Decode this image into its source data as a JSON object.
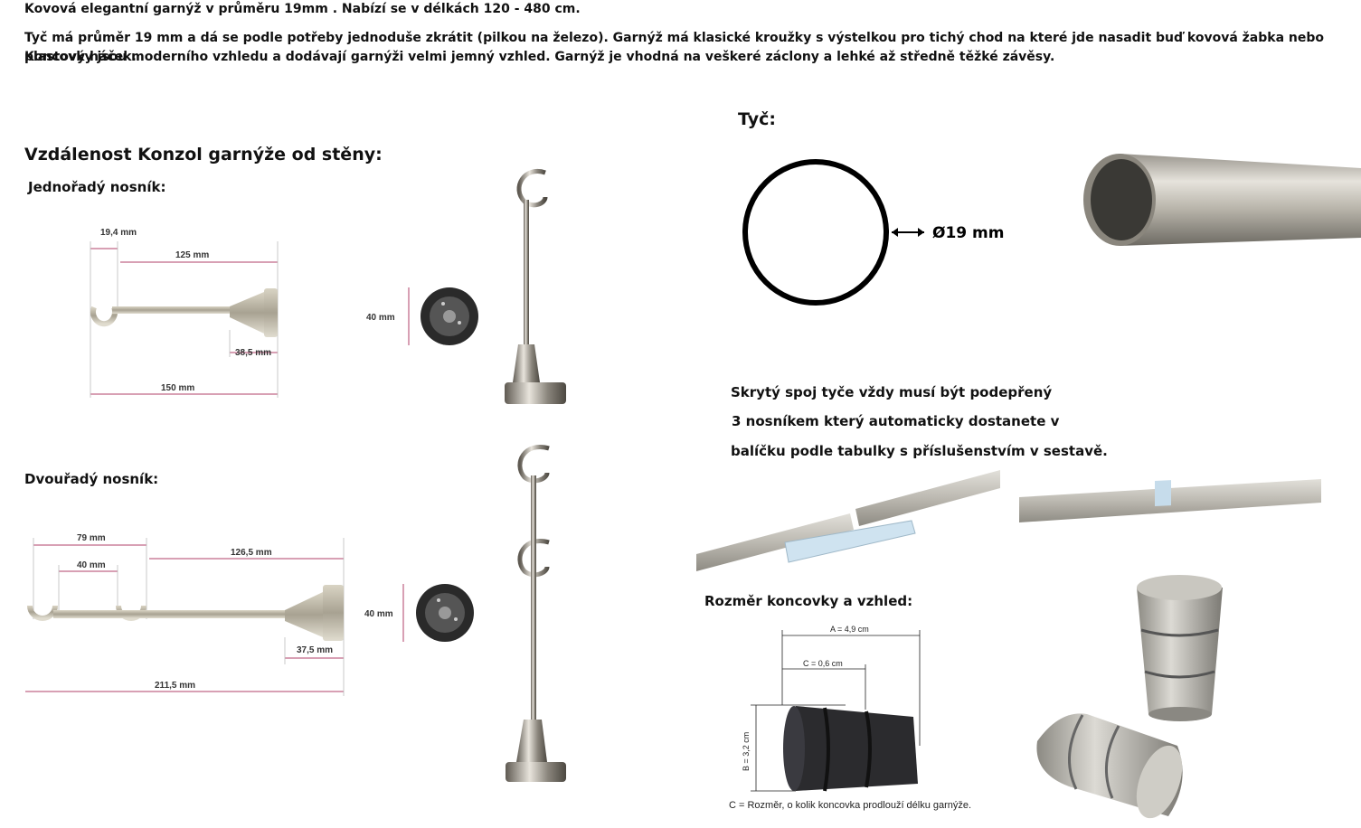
{
  "intro": {
    "line1": "Kovová elegantní garnýž v průměru 19mm . Nabízí se v délkách 120 - 480 cm.",
    "line2": "Tyč má průměr 19 mm a dá se podle potřeby jednoduše zkrátit (pilkou na železo). Garnýž má klasické kroužky s výstelkou pro tichý chod na které jde nasadit buď kovová žabka nebo plastový háček.",
    "line3": "Koncovky jsou moderního vzhledu a dodávají garnýži velmi jemný vzhled. Garnýž je vhodná na veškeré záclony a lehké až středně těžké závěsy."
  },
  "left": {
    "heading": "Vzdálenost Konzol garnýže od stěny:",
    "single_label": "Jednořadý nosník:",
    "double_label": "Dvouřadý nosník:",
    "single_dims": {
      "d1": "19,4 mm",
      "d2": "125 mm",
      "d3": "38,5 mm",
      "d4": "150 mm",
      "plate": "40 mm"
    },
    "double_dims": {
      "d1": "79 mm",
      "d2": "40 mm",
      "d3": "126,5 mm",
      "d4": "37,5 mm",
      "d5": "211,5 mm",
      "plate": "40 mm"
    }
  },
  "right": {
    "rod_heading": "Tyč:",
    "rod_diameter": "Ø19 mm",
    "joint_line1": "Skrytý spoj tyče vždy musí být podepřený",
    "joint_line2": "3 nosníkem který automaticky dostanete v",
    "joint_line3": "balíčku podle tabulky s příslušenstvím v sestavě.",
    "finial_heading": "Rozměr koncovky a vzhled:",
    "finial_dims": {
      "a": "A = 4,9 cm",
      "c": "C = 0,6 cm",
      "b": "B = 3,2 cm"
    },
    "finial_note": "C = Rozměr, o kolik koncovka prodlouží délku garnýže."
  }
}
